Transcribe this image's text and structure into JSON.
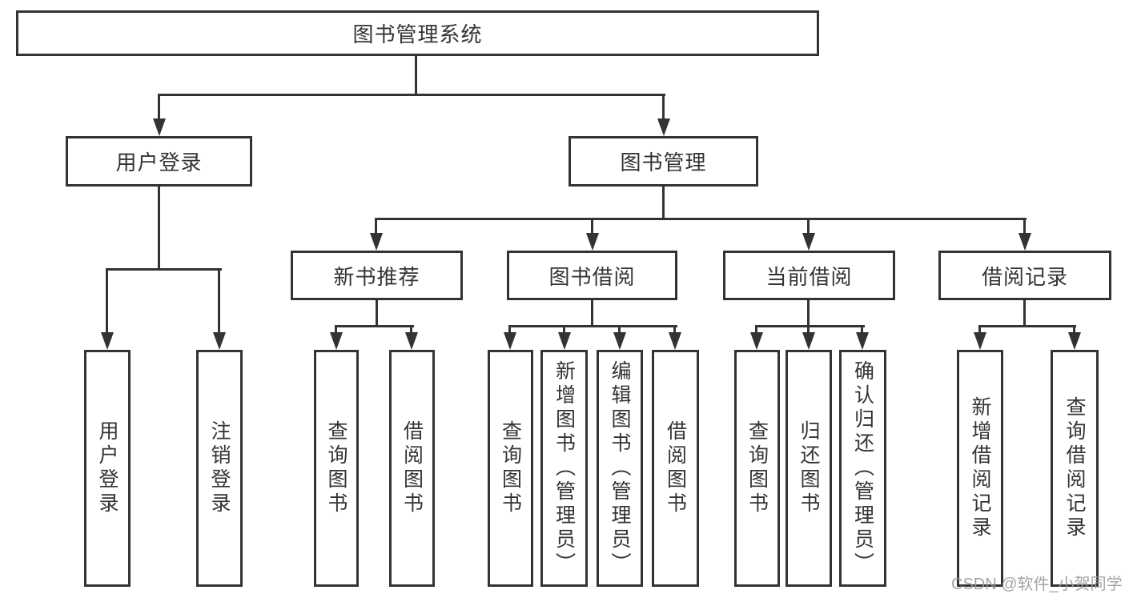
{
  "diagram": {
    "root": {
      "label": "图书管理系统"
    },
    "level2": [
      {
        "label": "用户登录"
      },
      {
        "label": "图书管理"
      }
    ],
    "level3": [
      {
        "label": "新书推荐"
      },
      {
        "label": "图书借阅"
      },
      {
        "label": "当前借阅"
      },
      {
        "label": "借阅记录"
      }
    ],
    "level4": [
      {
        "label": "用户登录"
      },
      {
        "label": "注销登录"
      },
      {
        "label": "查询图书"
      },
      {
        "label": "借阅图书"
      },
      {
        "label": "查询图书"
      },
      {
        "label": "新增图书（管理员）"
      },
      {
        "label": "编辑图书（管理员）"
      },
      {
        "label": "借阅图书"
      },
      {
        "label": "查询图书"
      },
      {
        "label": "归还图书"
      },
      {
        "label": "确认归还（管理员）"
      },
      {
        "label": "新增借阅记录"
      },
      {
        "label": "查询借阅记录"
      }
    ],
    "watermark": "CSDN @软件_小贺同学",
    "colors": {
      "line": "#333333",
      "text": "#333333",
      "watermark": "#9b9b9b",
      "background": "#ffffff"
    }
  }
}
